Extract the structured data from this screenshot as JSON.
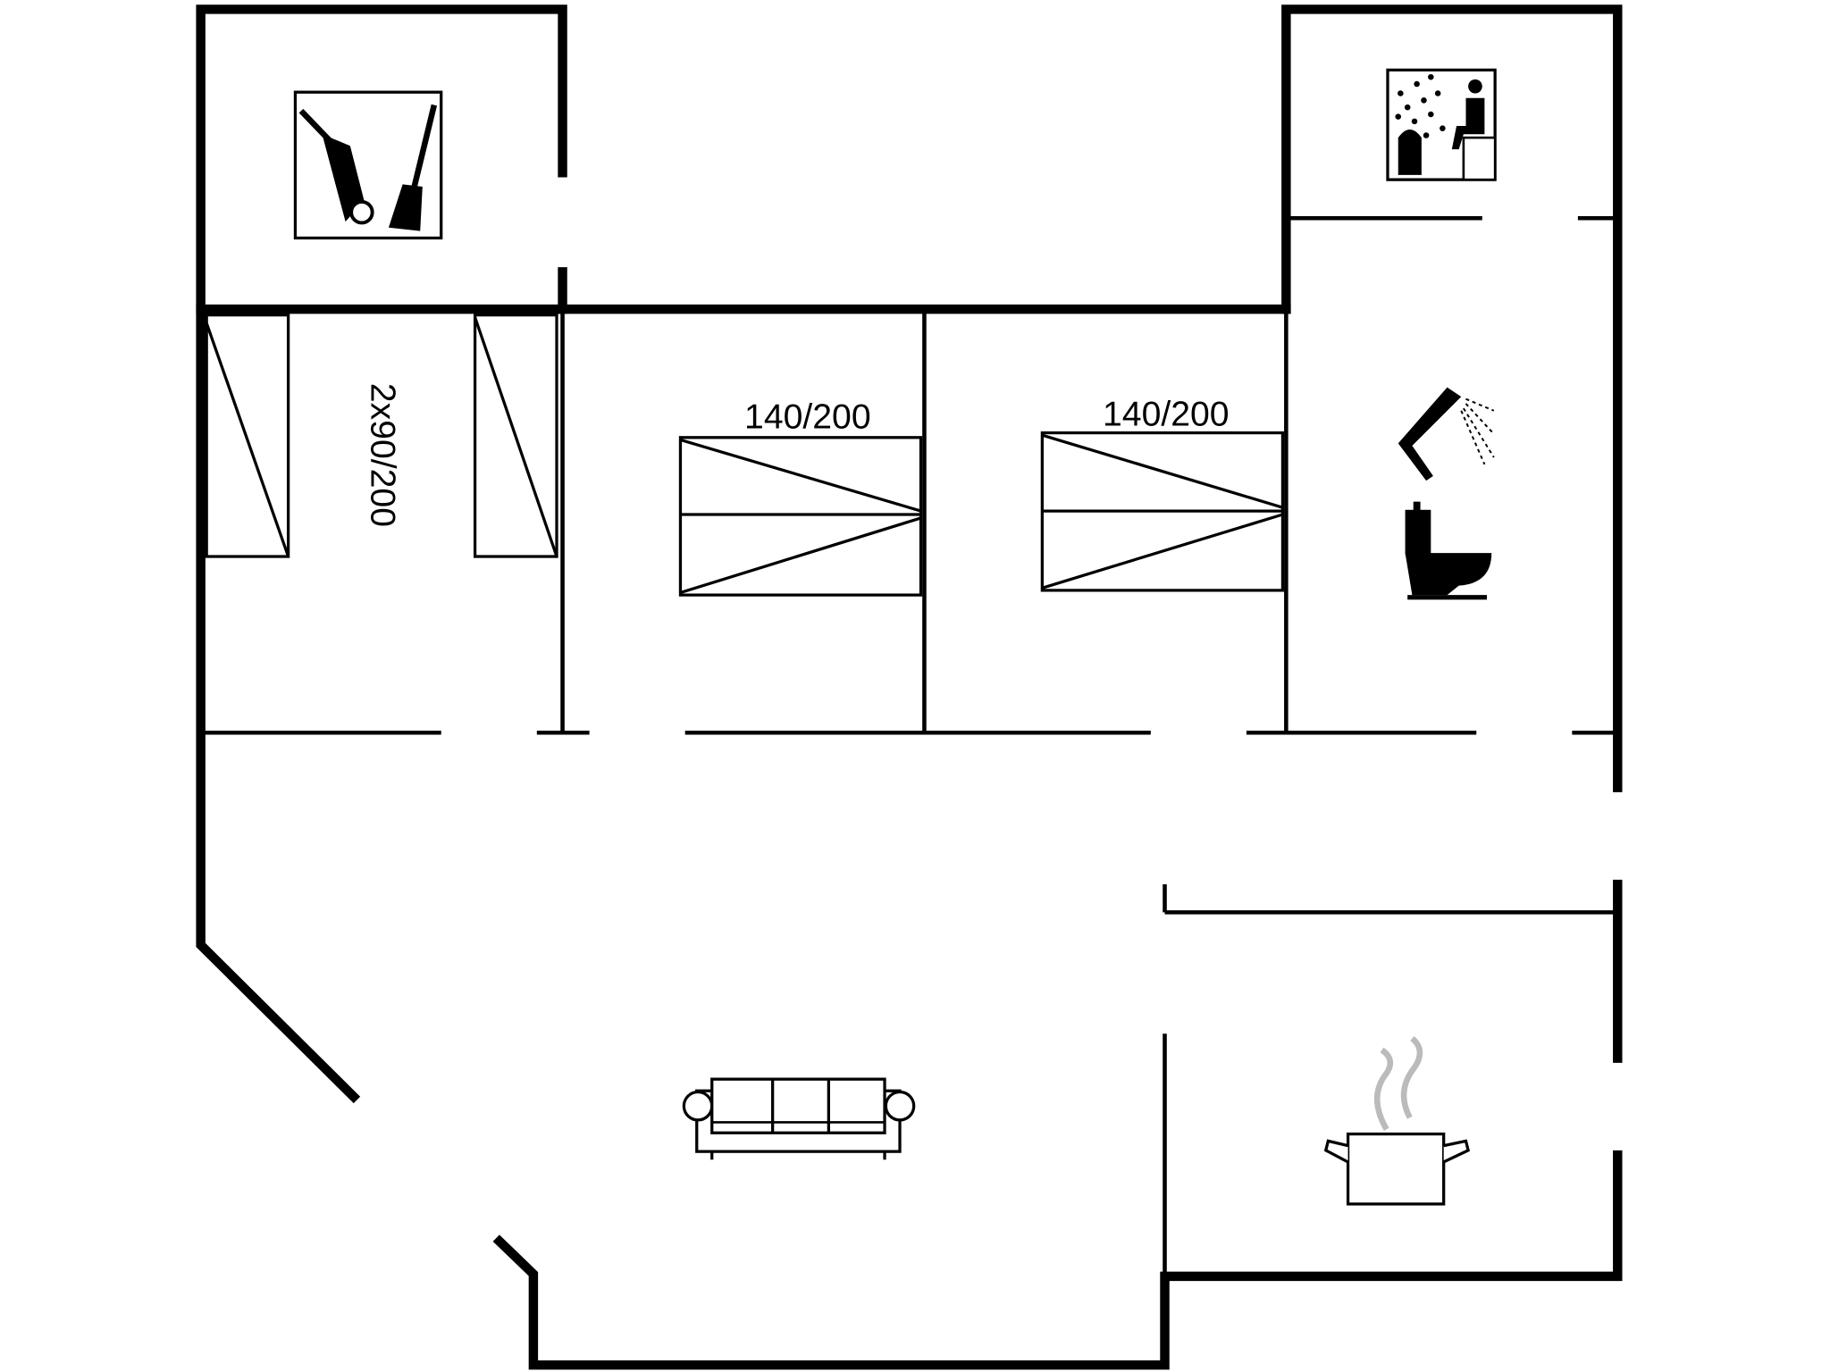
{
  "floorplan": {
    "bed_labels": {
      "bunk_room": "2x90/200",
      "bedroom_1": "140/200",
      "bedroom_2": "140/200"
    },
    "rooms": [
      "utility",
      "sauna",
      "bathroom",
      "bedroom-bunk",
      "bedroom-1",
      "bedroom-2",
      "living-room",
      "kitchen"
    ],
    "icons": [
      "tools-icon",
      "sauna-icon",
      "shower-icon",
      "toilet-icon",
      "sofa-icon",
      "cooking-pot-icon"
    ]
  }
}
